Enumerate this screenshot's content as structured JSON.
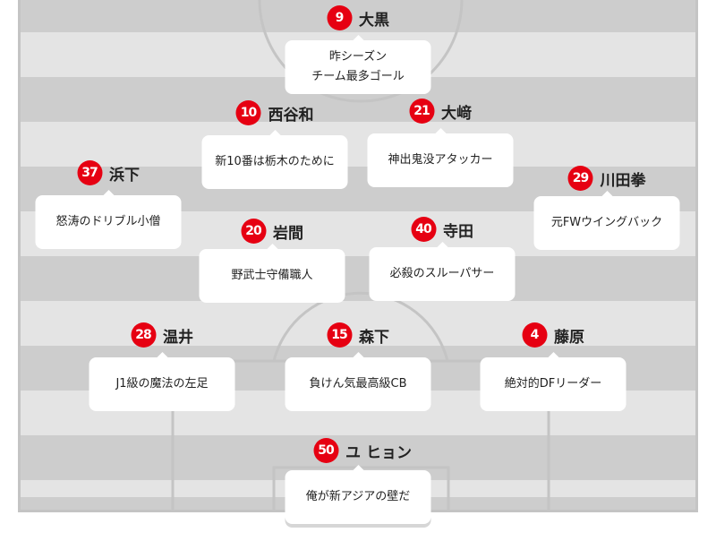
{
  "colors": {
    "badge": "#e60012",
    "stripe_dark": "#cdcdcd",
    "stripe_light": "#e4e4e4",
    "line": "#c4c4c4"
  },
  "players": [
    {
      "number": "9",
      "name": "大黒",
      "caption": "昨シーズン\nチーム最多ゴール"
    },
    {
      "number": "10",
      "name": "西谷和",
      "caption": "新10番は栃木のために"
    },
    {
      "number": "21",
      "name": "大﨑",
      "caption": "神出鬼没アタッカー"
    },
    {
      "number": "37",
      "name": "浜下",
      "caption": "怒涛のドリブル小僧"
    },
    {
      "number": "29",
      "name": "川田拳",
      "caption": "元FWウイングバック"
    },
    {
      "number": "20",
      "name": "岩間",
      "caption": "野武士守備職人"
    },
    {
      "number": "40",
      "name": "寺田",
      "caption": "必殺のスルーパサー"
    },
    {
      "number": "28",
      "name": "温井",
      "caption": "J1級の魔法の左足"
    },
    {
      "number": "15",
      "name": "森下",
      "caption": "負けん気最高級CB"
    },
    {
      "number": "4",
      "name": "藤原",
      "caption": "絶対的DFリーダー"
    },
    {
      "number": "50",
      "name": "ユ ヒョン",
      "caption": "俺が新アジアの壁だ"
    }
  ]
}
